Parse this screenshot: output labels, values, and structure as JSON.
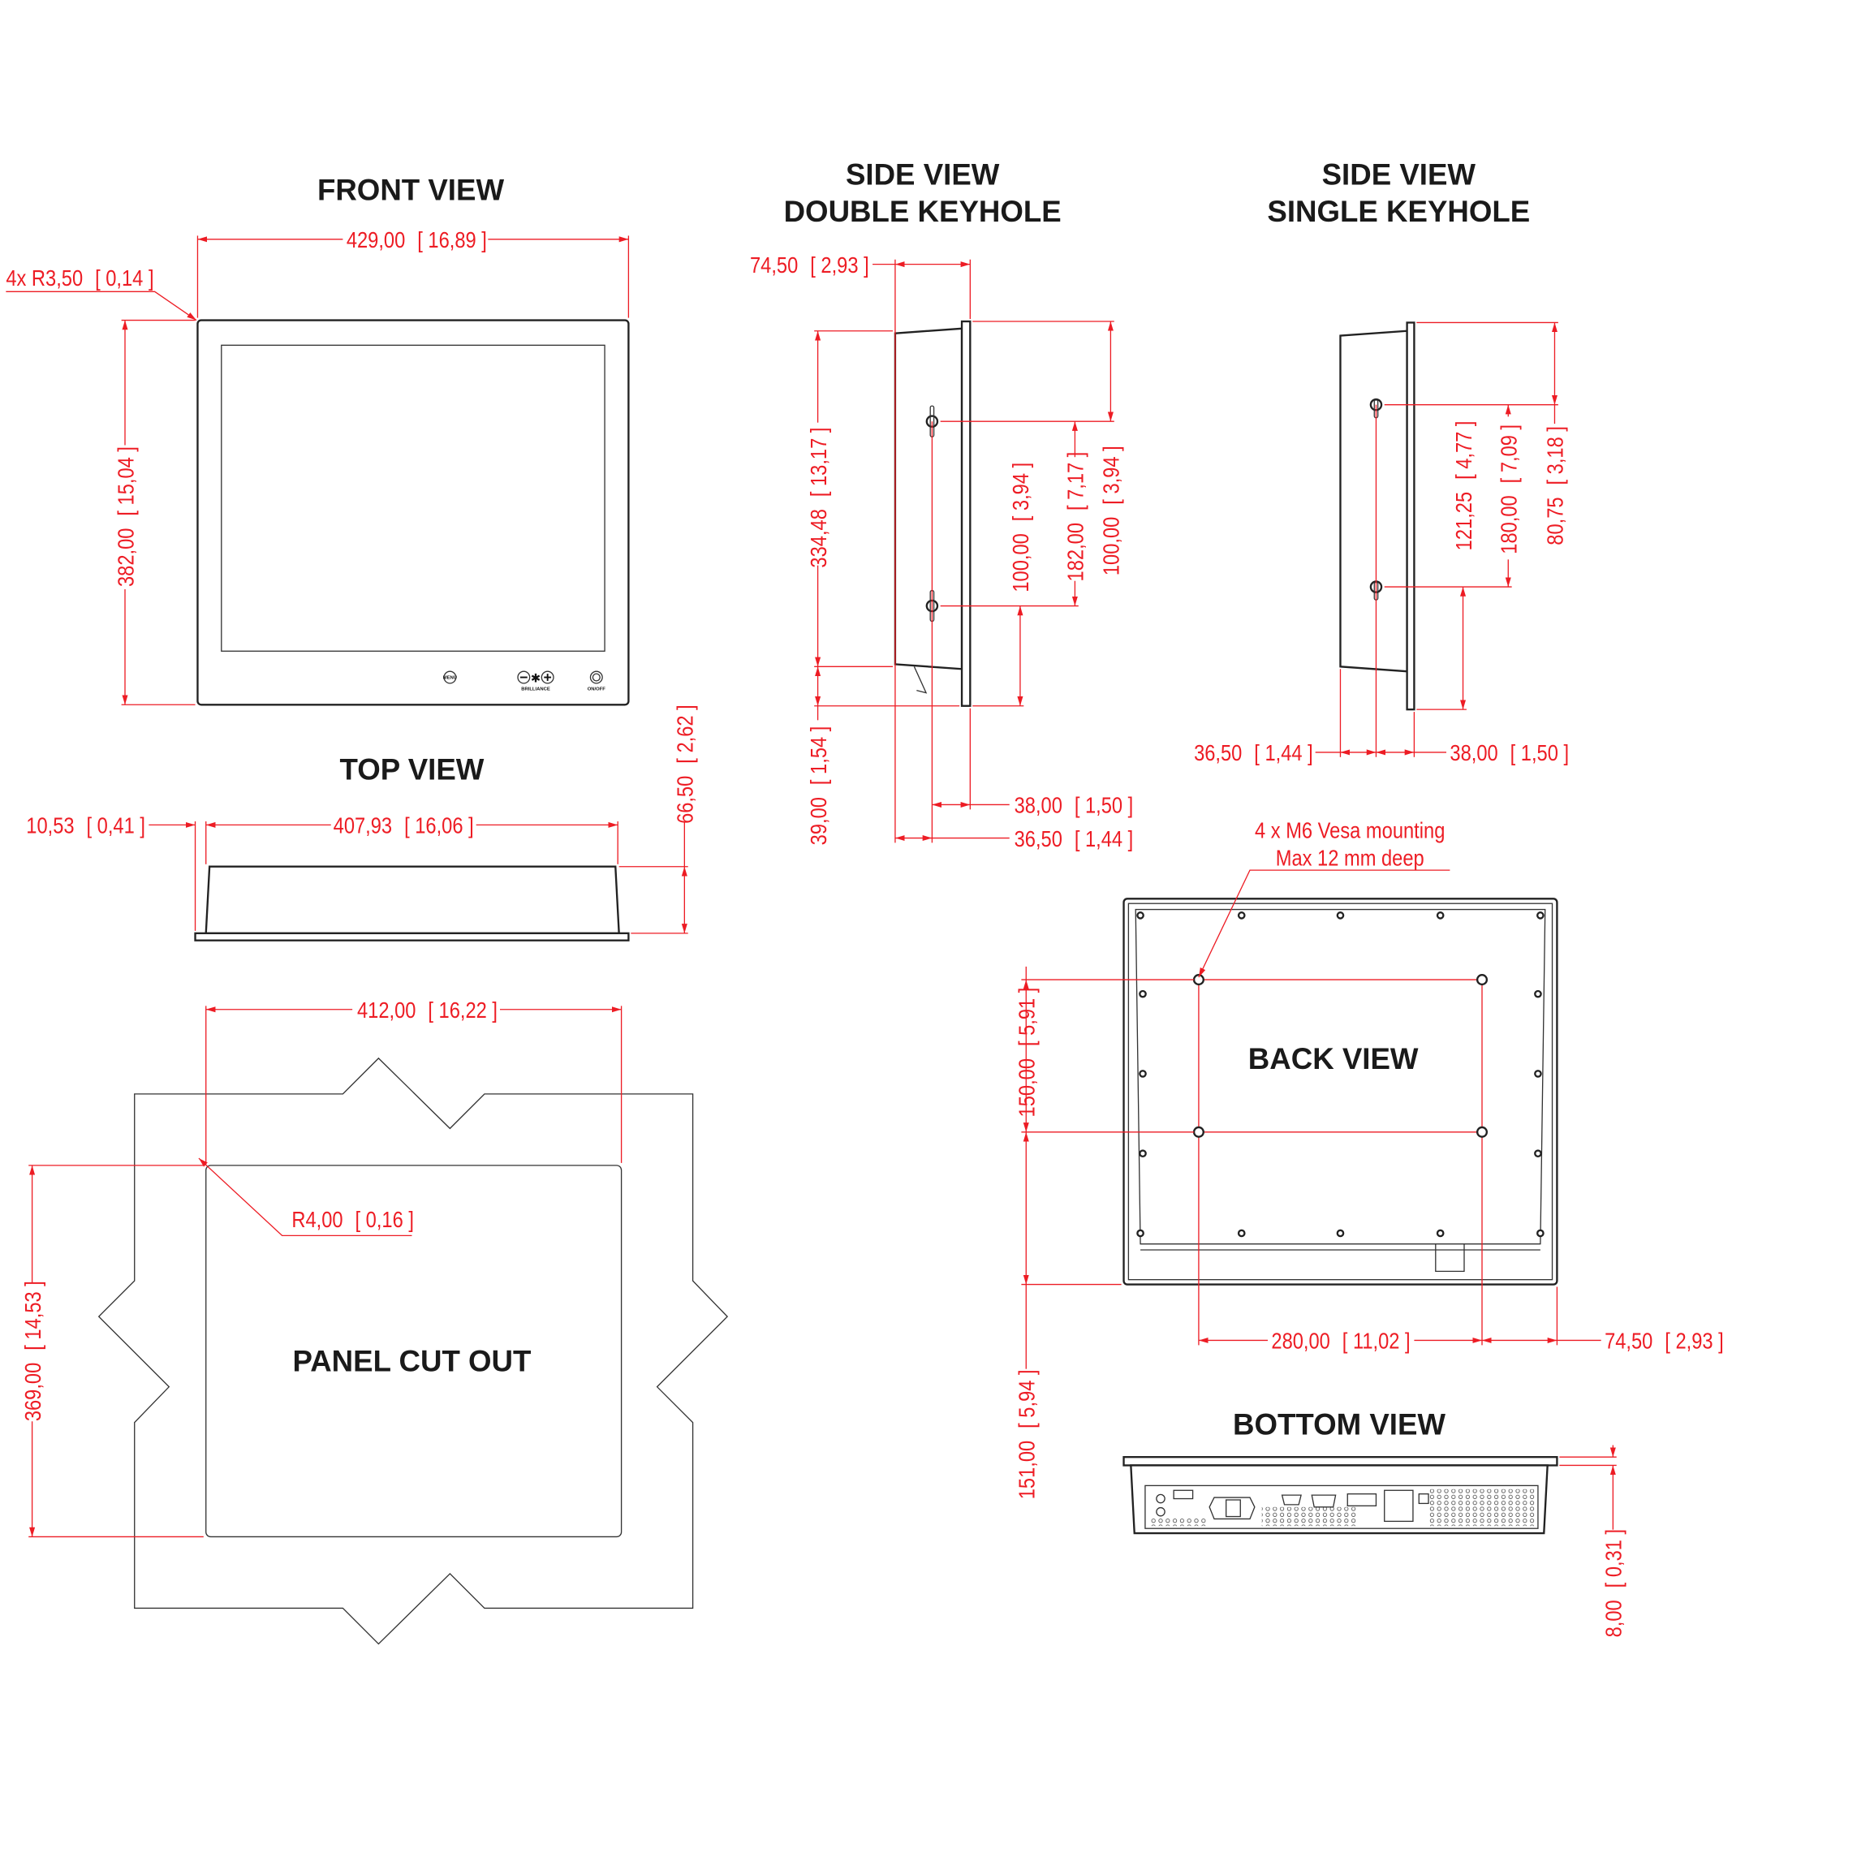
{
  "titles": {
    "front": "FRONT VIEW",
    "side_double_1": "SIDE VIEW",
    "side_double_2": "DOUBLE KEYHOLE",
    "side_single_1": "SIDE VIEW",
    "side_single_2": "SINGLE KEYHOLE",
    "top": "TOP VIEW",
    "cutout": "PANEL CUT OUT",
    "back": "BACK VIEW",
    "bottom": "BOTTOM VIEW"
  },
  "front": {
    "width": {
      "mm": "429,00",
      "in": "[ 16,89 ]"
    },
    "radius": {
      "mm": "4x R3,50",
      "in": "[ 0,14 ]"
    },
    "height": {
      "mm": "382,00",
      "in": "[ 15,04 ]"
    },
    "buttons": {
      "menu": "MENU",
      "brilliance": "BRILLIANCE",
      "onoff": "ON/OFF"
    }
  },
  "top": {
    "offset": {
      "mm": "10,53",
      "in": "[ 0,41 ]"
    },
    "width": {
      "mm": "407,93",
      "in": "[ 16,06 ]"
    },
    "depth": {
      "mm": "66,50",
      "in": "[ 2,62 ]"
    }
  },
  "cutout": {
    "width": {
      "mm": "412,00",
      "in": "[ 16,22 ]"
    },
    "radius": {
      "mm": "R4,00",
      "in": "[ 0,16 ]"
    },
    "height": {
      "mm": "369,00",
      "in": "[ 14,53 ]"
    }
  },
  "side_double": {
    "depth": {
      "mm": "74,50",
      "in": "[ 2,93 ]"
    },
    "height": {
      "mm": "334,48",
      "in": "[ 13,17 ]"
    },
    "bottom": {
      "mm": "39,00",
      "in": "[ 1,54 ]"
    },
    "top_hole": {
      "mm": "100,00",
      "in": "[ 3,94 ]"
    },
    "hole_spacing": {
      "mm": "182,00",
      "in": "[ 7,17 ]"
    },
    "bottom_hole": {
      "mm": "100,00",
      "in": "[ 3,94 ]"
    },
    "hole_front": {
      "mm": "38,00",
      "in": "[ 1,50 ]"
    },
    "hole_back": {
      "mm": "36,50",
      "in": "[ 1,44 ]"
    }
  },
  "side_single": {
    "top_hole": {
      "mm": "80,75",
      "in": "[ 3,18 ]"
    },
    "hole_spacing": {
      "mm": "180,00",
      "in": "[ 7,09 ]"
    },
    "bottom_hole": {
      "mm": "121,25",
      "in": "[ 4,77 ]"
    },
    "hole_back": {
      "mm": "36,50",
      "in": "[ 1,44 ]"
    },
    "hole_front": {
      "mm": "38,00",
      "in": "[ 1,50 ]"
    }
  },
  "back": {
    "note_1": "4 x M6 Vesa mounting",
    "note_2": "Max 12 mm deep",
    "vesa_top": {
      "mm": "150,00",
      "in": "[ 5,91 ]"
    },
    "vesa_bottom": {
      "mm": "151,00",
      "in": "[ 5,94 ]"
    },
    "vesa_width": {
      "mm": "280,00",
      "in": "[ 11,02 ]"
    },
    "side_offset": {
      "mm": "74,50",
      "in": "[ 2,93 ]"
    }
  },
  "bottom": {
    "flange": {
      "mm": "8,00",
      "in": "[ 0,31 ]"
    }
  },
  "colors": {
    "dimension": "#ed1c24",
    "outline": "#222222"
  }
}
